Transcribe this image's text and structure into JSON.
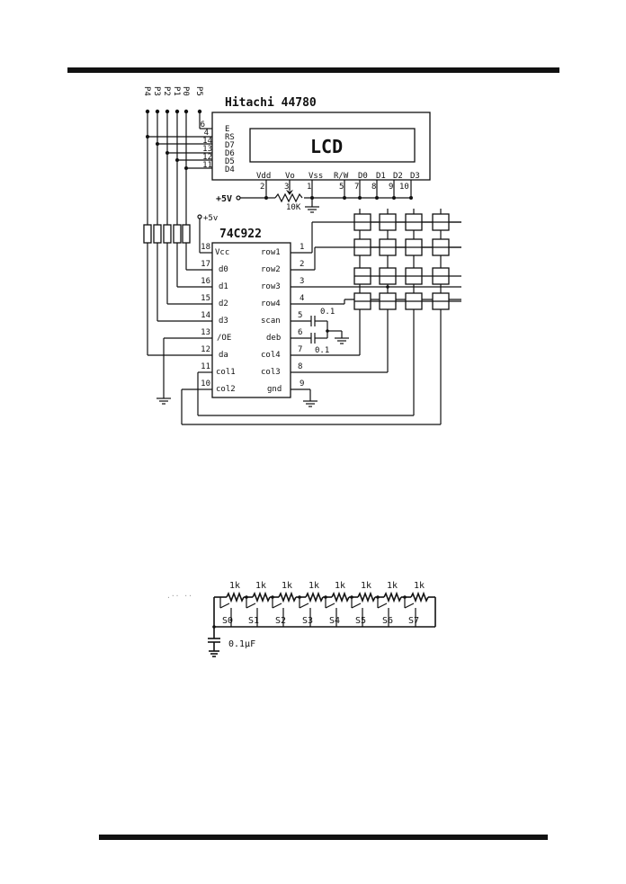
{
  "lcd": {
    "title": "Hitachi  44780",
    "screen_label": "LCD",
    "left_pins": [
      {
        "num": "6",
        "name": "E"
      },
      {
        "num": "4",
        "name": "RS"
      },
      {
        "num": "14",
        "name": "D7"
      },
      {
        "num": "13",
        "name": "D6"
      },
      {
        "num": "12",
        "name": "D5"
      },
      {
        "num": "11",
        "name": "D4"
      }
    ],
    "bottom_pins": [
      {
        "name": "Vdd",
        "num": "2"
      },
      {
        "name": "Vo",
        "num": "3"
      },
      {
        "name": "Vss",
        "num": "1"
      },
      {
        "name": "R/W",
        "num": "5"
      },
      {
        "name": "D0",
        "num": "7"
      },
      {
        "name": "D1",
        "num": "8"
      },
      {
        "name": "D2",
        "num": "9"
      },
      {
        "name": "D3",
        "num": "10"
      }
    ],
    "supply": "+5V",
    "pot": "10K"
  },
  "ports": [
    "P4",
    "P3",
    "P2",
    "P1",
    "P0",
    "P5"
  ],
  "encoder": {
    "title": "74C922",
    "supply": "+5v",
    "left_pins": [
      {
        "num": "18",
        "name": "Vcc"
      },
      {
        "num": "17",
        "name": "d0"
      },
      {
        "num": "16",
        "name": "d1"
      },
      {
        "num": "15",
        "name": "d2"
      },
      {
        "num": "14",
        "name": "d3"
      },
      {
        "num": "13",
        "name": "/OE"
      },
      {
        "num": "12",
        "name": "da"
      },
      {
        "num": "11",
        "name": "col1"
      },
      {
        "num": "10",
        "name": "col2"
      }
    ],
    "right_pins": [
      {
        "num": "1",
        "name": "row1"
      },
      {
        "num": "2",
        "name": "row2"
      },
      {
        "num": "3",
        "name": "row3"
      },
      {
        "num": "4",
        "name": "row4"
      },
      {
        "num": "5",
        "name": "scan"
      },
      {
        "num": "6",
        "name": "deb"
      },
      {
        "num": "7",
        "name": "col4"
      },
      {
        "num": "8",
        "name": "col3"
      },
      {
        "num": "9",
        "name": "gnd"
      }
    ],
    "cap_scan": "0.1",
    "cap_deb": "0.1"
  },
  "ladder": {
    "resistor_label": "1k",
    "switches": [
      "S0",
      "S1",
      "S2",
      "S3",
      "S4",
      "S5",
      "S6",
      "S7"
    ],
    "capacitor": "0.1μF"
  }
}
